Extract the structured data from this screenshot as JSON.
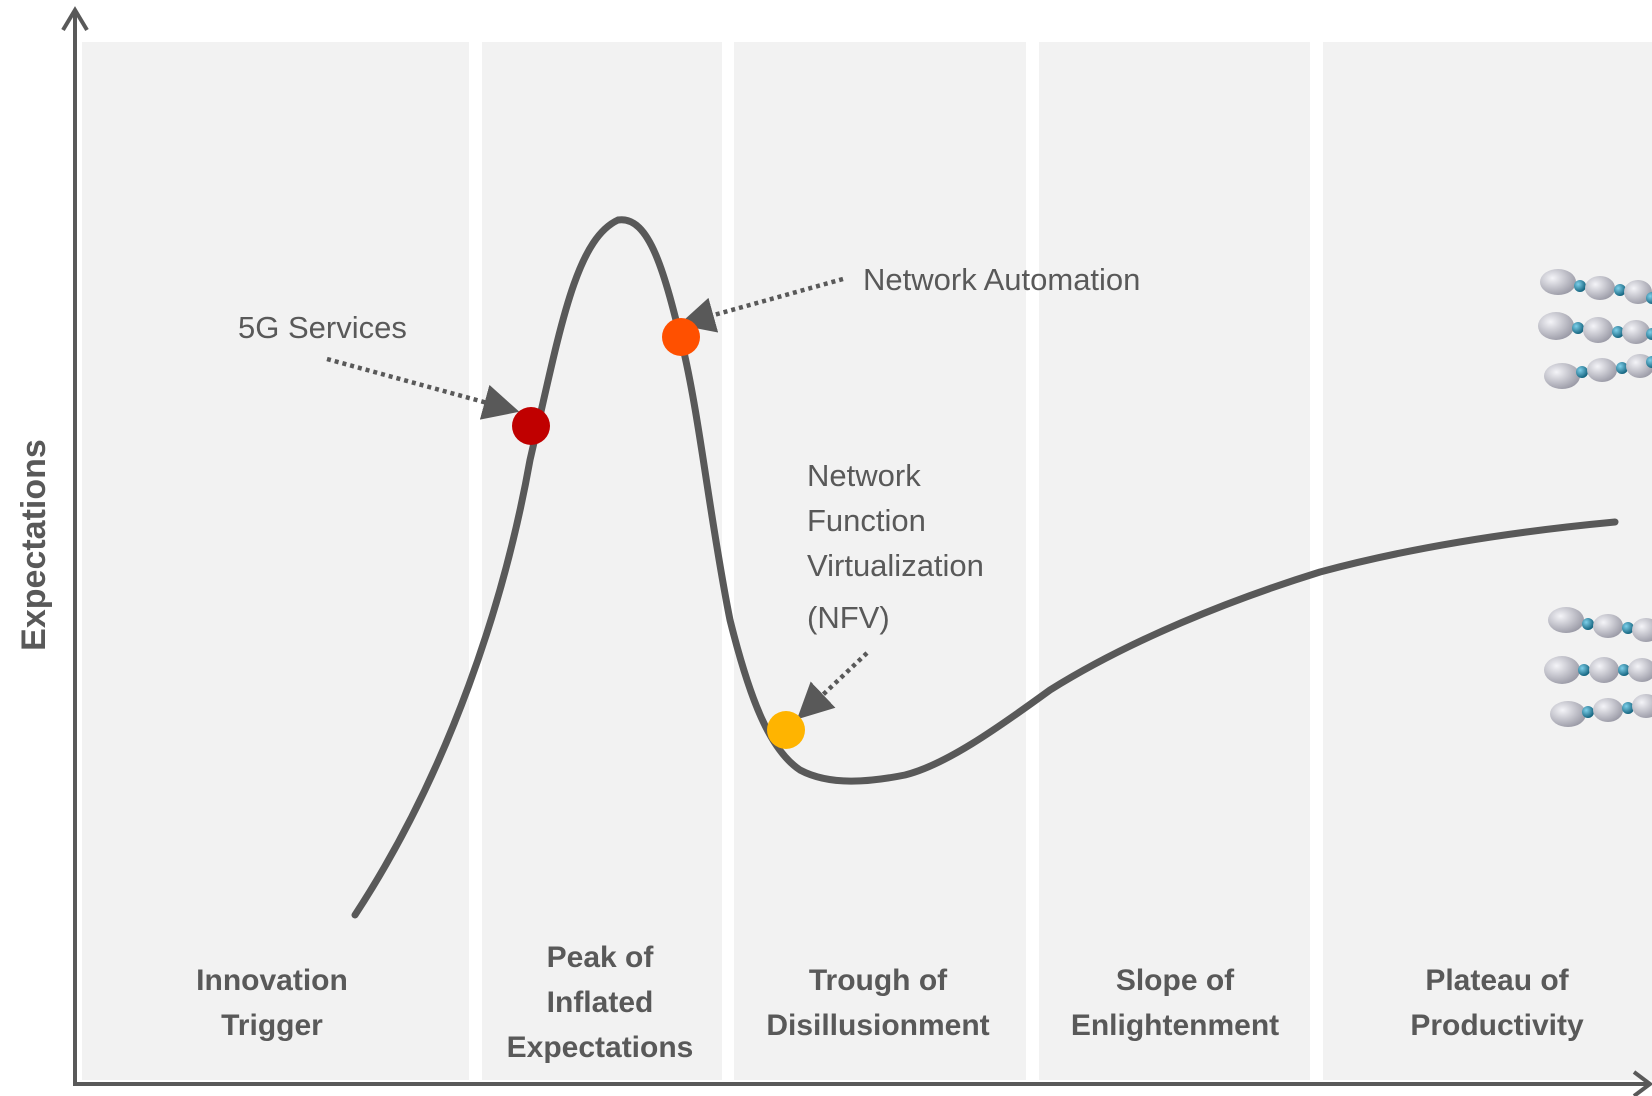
{
  "axis": {
    "y_label": "Expectations"
  },
  "phases": [
    {
      "lines": [
        "Innovation",
        "Trigger"
      ]
    },
    {
      "lines": [
        "Peak of",
        "Inflated",
        "Expectations"
      ]
    },
    {
      "lines": [
        "Trough of",
        "Disillusionment"
      ]
    },
    {
      "lines": [
        "Slope of",
        "Enlightenment"
      ]
    },
    {
      "lines": [
        "Plateau of",
        "Productivity"
      ]
    }
  ],
  "annotations": [
    {
      "label": "5G Services",
      "color": "#C00000"
    },
    {
      "label": "Network Automation",
      "color": "#FF5000"
    },
    {
      "lines": [
        "Network",
        "Function",
        "Virtualization",
        "(NFV)"
      ],
      "color": "#FFB400"
    }
  ],
  "colors": {
    "curve": "#595959",
    "axis": "#595959",
    "panel": "#F2F2F2",
    "text": "#595959",
    "robot_body": "#C8C8D0",
    "robot_joint": "#1E8FB0"
  },
  "decorations": {
    "robot_hands": "robot-hand-icon"
  }
}
